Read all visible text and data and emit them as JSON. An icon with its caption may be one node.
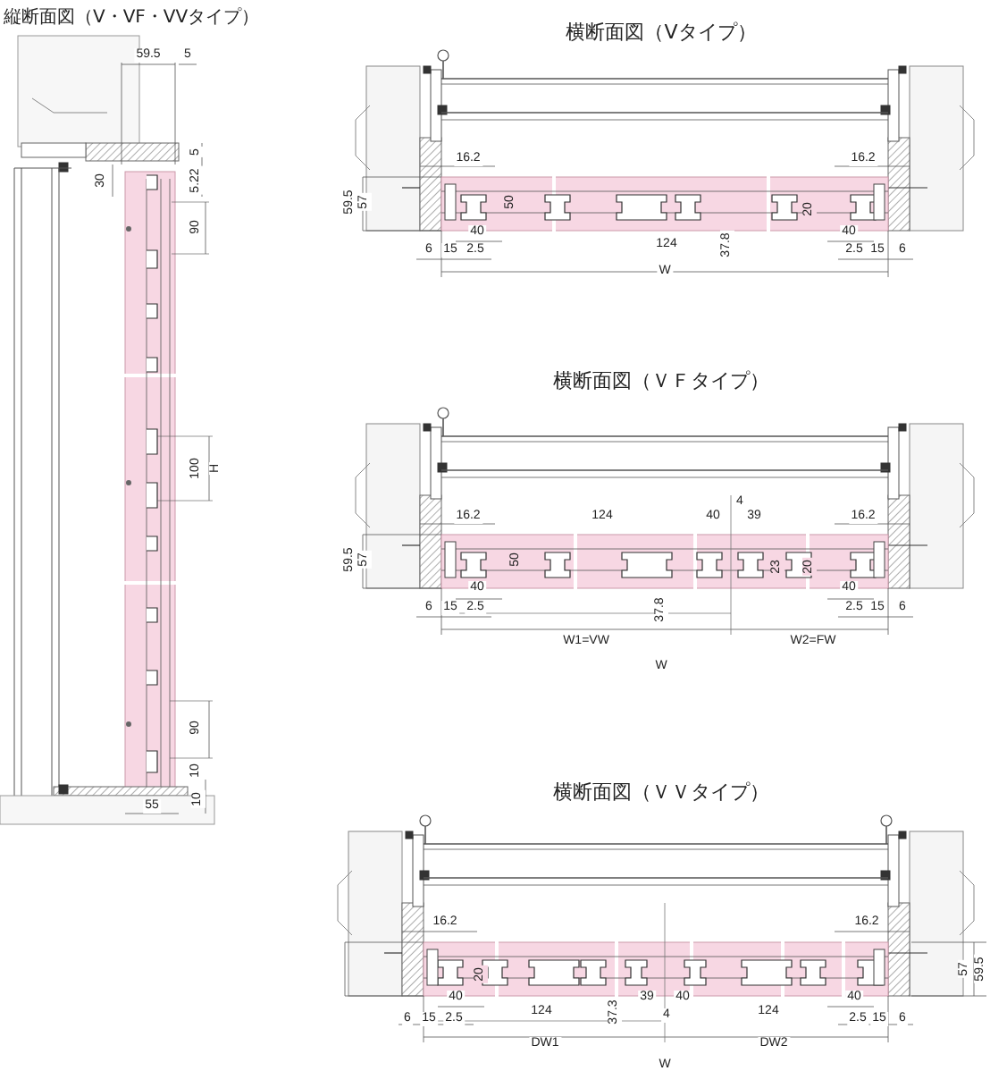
{
  "diagram": {
    "labels": [
      "縦断面図（V・VF・VVタイプ）",
      "59.5",
      "5",
      "5",
      "5.22",
      "30",
      "90",
      "100",
      "H",
      "90",
      "10",
      "55",
      "10",
      "横断面図（Vタイプ）",
      "16.2",
      "16.2",
      "59.5",
      "57",
      "50",
      "20",
      "40",
      "40",
      "124",
      "37.8",
      "6",
      "15",
      "2.5",
      "2.5",
      "15",
      "6",
      "W",
      "横断面図（ＶＦタイプ）",
      "16.2",
      "124",
      "40",
      "4",
      "39",
      "16.2",
      "59.5",
      "57",
      "50",
      "23",
      "20",
      "40",
      "40",
      "37.8",
      "6",
      "15",
      "2.5",
      "2.5",
      "15",
      "6",
      "W1=VW",
      "W2=FW",
      "W",
      "横断面図（ＶＶタイプ）",
      "16.2",
      "16.2",
      "20",
      "57",
      "59.5",
      "40",
      "39",
      "40",
      "40",
      "124",
      "37.3",
      "4",
      "124",
      "6",
      "15",
      "2.5",
      "2.5",
      "15",
      "6",
      "DW1",
      "DW2",
      "W"
    ]
  }
}
